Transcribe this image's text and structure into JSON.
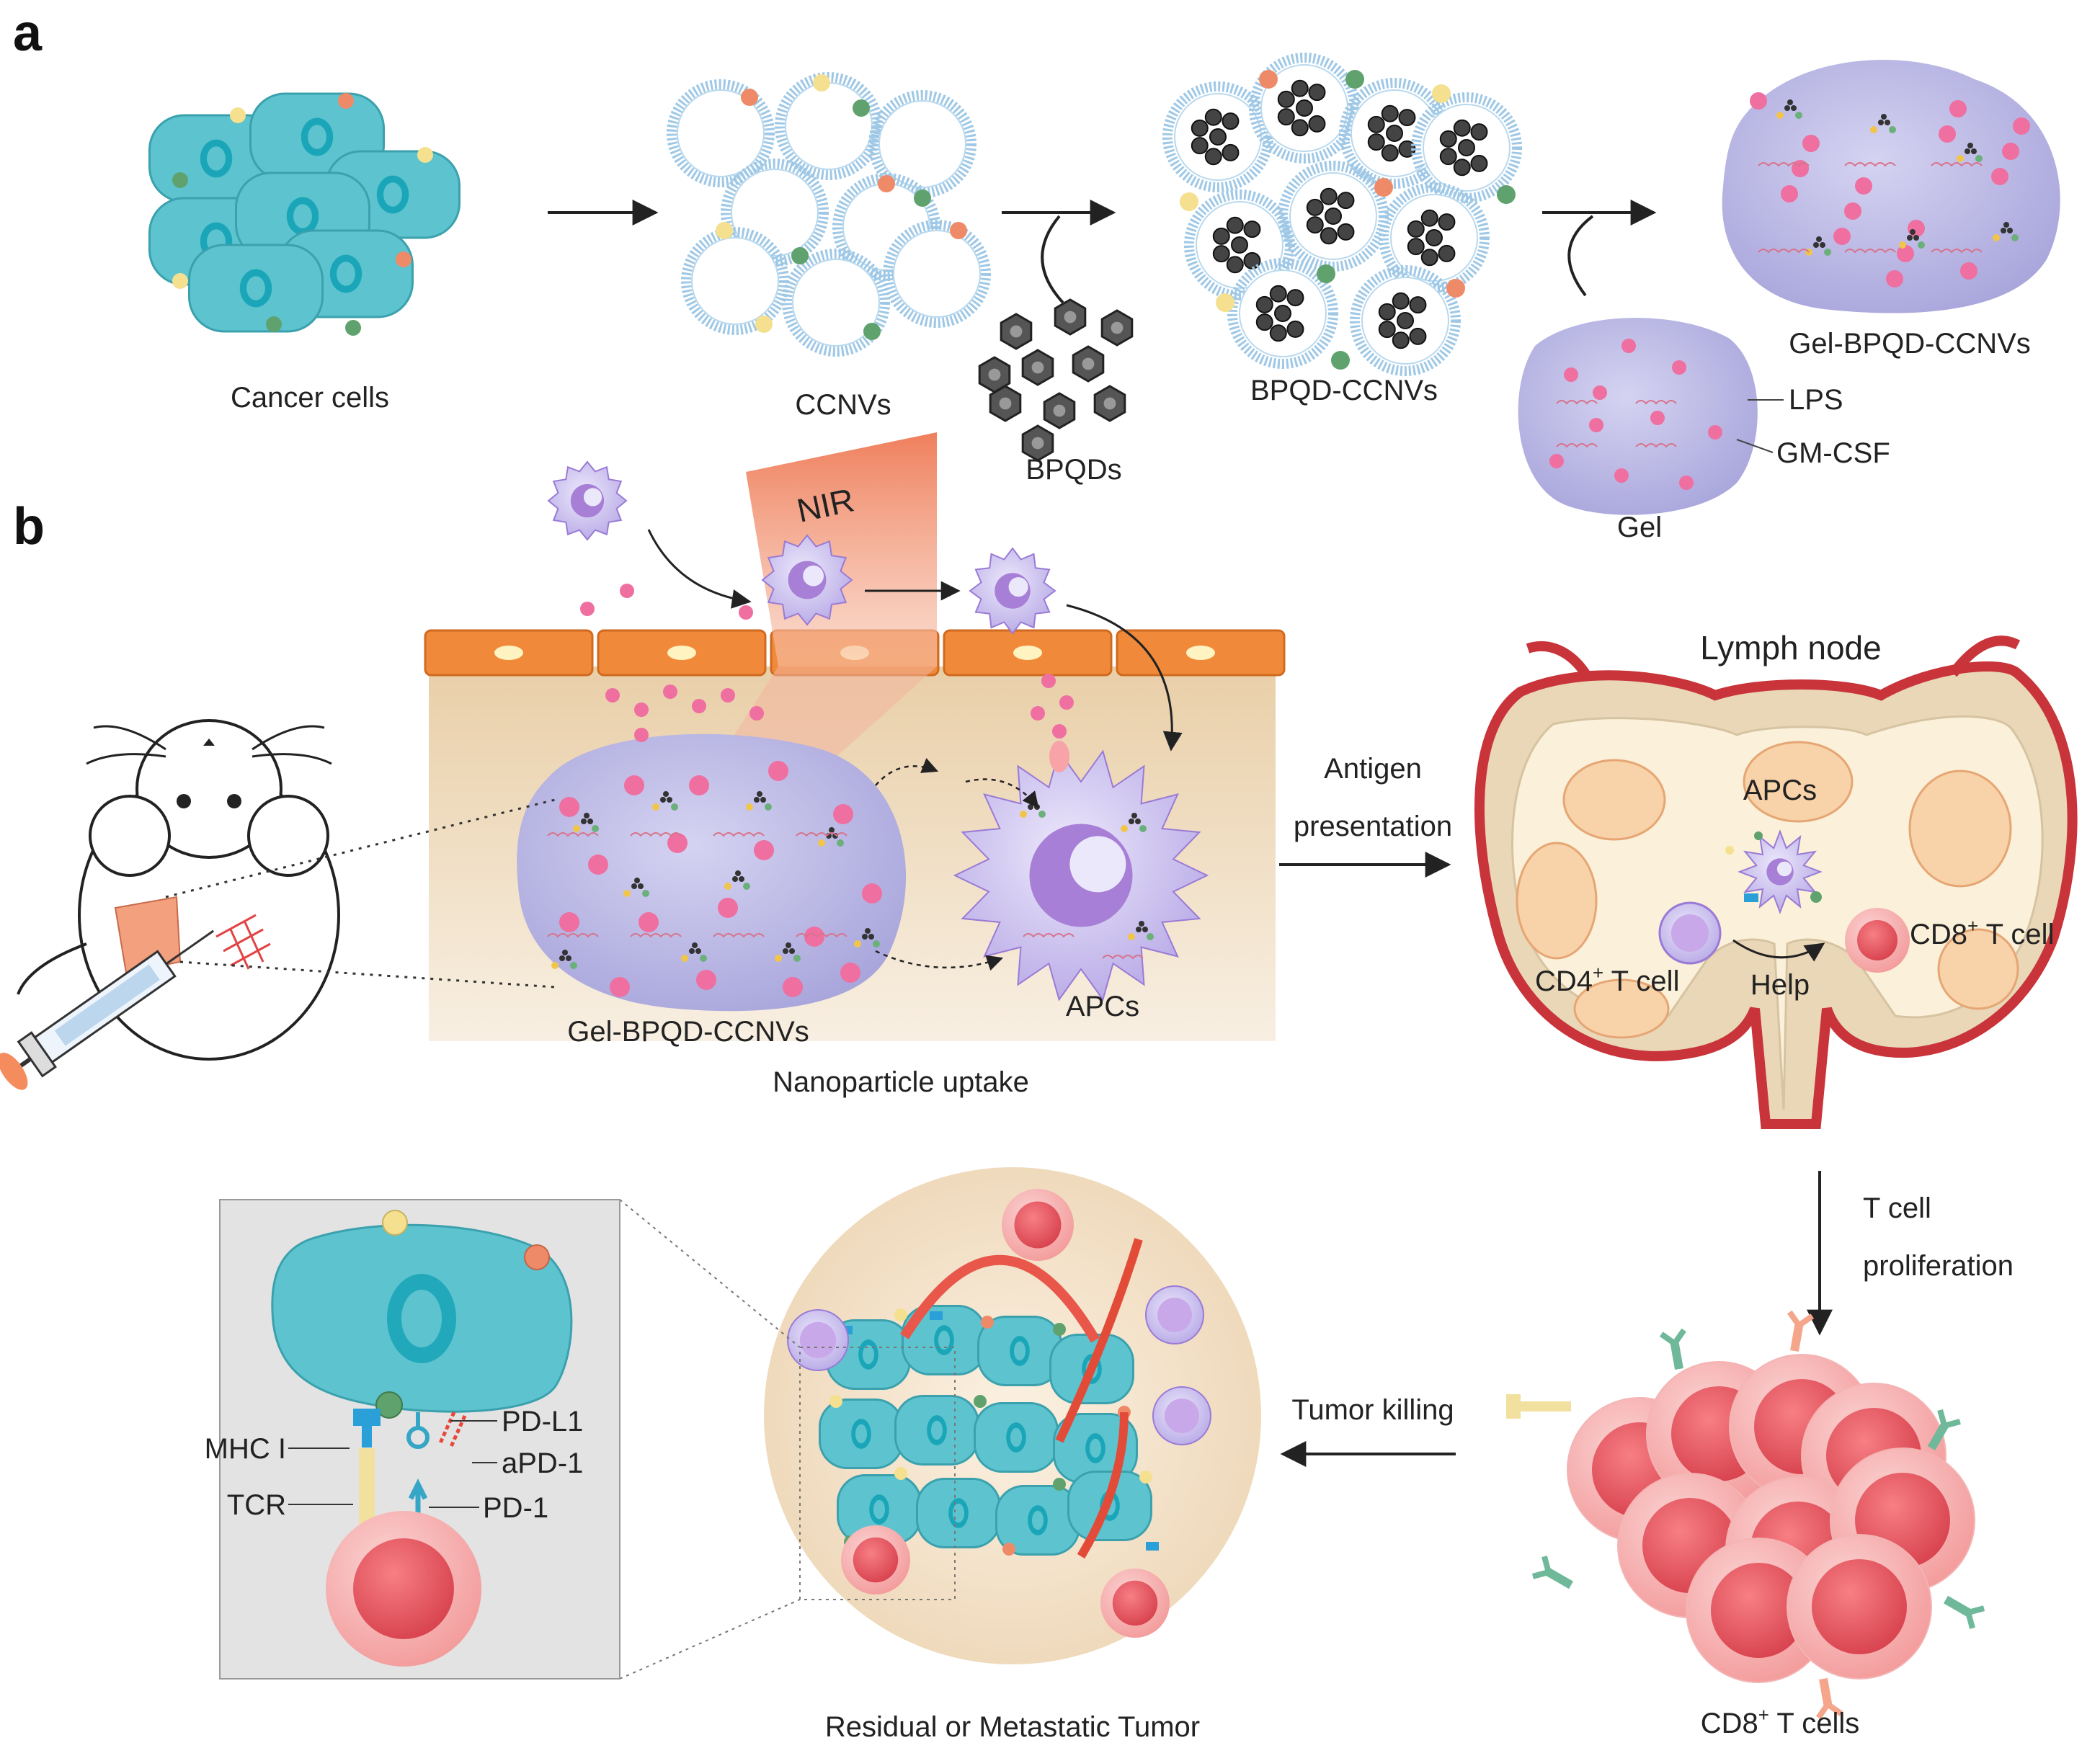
{
  "panels": {
    "a": "a",
    "b": "b"
  },
  "panel_a": {
    "cancer_cells": "Cancer cells",
    "ccnvs": "CCNVs",
    "bpqds": "BPQDs",
    "bpqd_ccnvs": "BPQD-CCNVs",
    "gel_bpqd_ccnvs": "Gel-BPQD-CCNVs",
    "gel": "Gel",
    "lps": "LPS",
    "gm_csf": "GM-CSF"
  },
  "panel_b": {
    "nir": "NIR",
    "gel_bpqd_ccnvs": "Gel-BPQD-CCNVs",
    "apcs": "APCs",
    "nanoparticle_uptake": "Nanoparticle uptake",
    "antigen": "Antigen",
    "presentation": "presentation",
    "lymph_node": "Lymph node",
    "lymph_apcs": "APCs",
    "cd4_prefix": "CD4",
    "cd4_sup": "+",
    "cd4_suffix": " T cell",
    "cd8_prefix": "CD8",
    "cd8_sup": "+",
    "cd8_suffix": " T cell",
    "help": "Help",
    "t_cell": "T cell",
    "proliferation": "proliferation",
    "cd8_cells_prefix": "CD8",
    "cd8_cells_sup": "+",
    "cd8_cells_suffix": " T cells",
    "tumor_killing": "Tumor killing",
    "residual_tumor": "Residual or Metastatic Tumor",
    "mhc": "MHC I",
    "tcr": "TCR",
    "pd_l1": "PD-L1",
    "apd_1": "aPD-1",
    "pd_1": "PD-1"
  },
  "colors": {
    "cell_teal": "#5cc3cf",
    "nucleus": "#1aa6b8",
    "vesicle_blue": "#9fc8e6",
    "gel_lavender": "#b9b7e3",
    "pink_dot": "#ee6fa0",
    "tcell_red": "#ef6f7b",
    "lymph_red": "#c8343a",
    "lymph_tan": "#e9d7b7",
    "skin_orange": "#f08a3a",
    "nir_orange": "#ee8a6a"
  }
}
